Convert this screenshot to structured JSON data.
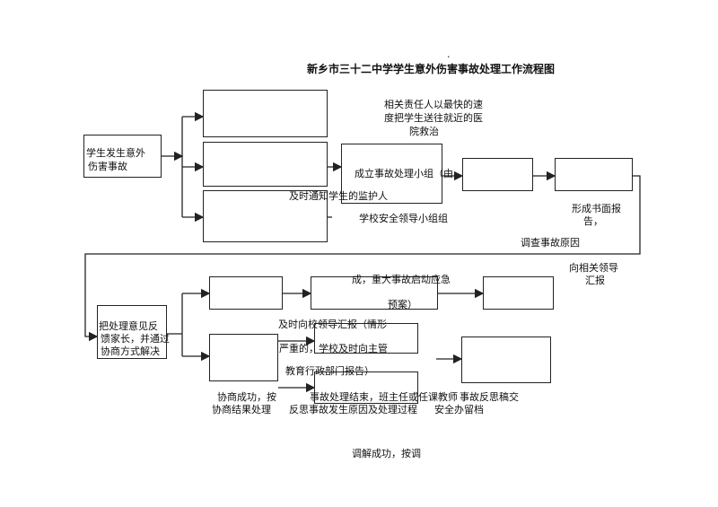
{
  "title": "新乡市三十二中学学生意外伤害事故处理工作流程图",
  "dot": ".",
  "start_box": {
    "line1": "学生发生意外",
    "line2": "伤害事故"
  },
  "hospital_note": {
    "line1": "相关责任人以最快的速",
    "line2": "度把学生送往就近的医",
    "line3": "院救治"
  },
  "notify_guardian": "及时通知学生的监护人",
  "team_box": {
    "line1": "成立事故处理小组（由"
  },
  "team_sub": "学校安全领导小组组",
  "report_note": {
    "line1": "形成书面报",
    "line2": "告，"
  },
  "investigate": "调查事故原因",
  "leader_report": {
    "line1": "向相关领导",
    "line2": "汇报"
  },
  "negotiate_box": {
    "line1": "把处理意见反",
    "line2": "馈家长，并通过",
    "line3": "协商方式解决"
  },
  "emergency_box": {
    "line1": "成，重大事故启动应急",
    "line2": "预案）"
  },
  "school_report": {
    "line1": "及时向校领导汇报（情形",
    "line2": "严重的，学校及时向主管",
    "line3": "教育行政部门报告）"
  },
  "neg_success": {
    "line1": "协商成功，按",
    "line2": "协商结果处理"
  },
  "after_end": {
    "line1": "事故处理结束，班主任或任课教师",
    "line2": "反思事故发生原因及处理过程"
  },
  "archive": {
    "line1": "事故反思稿交",
    "line2": "安全办留档"
  },
  "mediation": "调解成功，按调"
}
